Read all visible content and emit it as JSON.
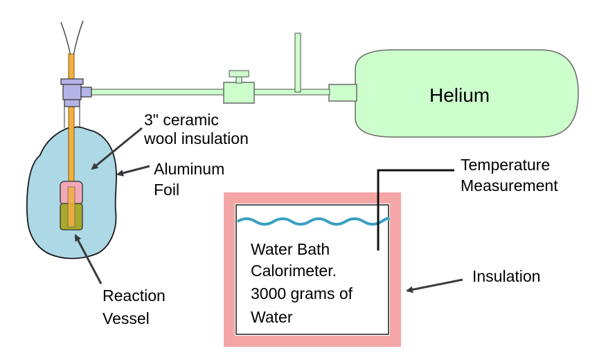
{
  "labels": {
    "helium": "Helium",
    "ceramic_line1": "3\" ceramic",
    "ceramic_line2": "wool insulation",
    "foil_line1": "Aluminum",
    "foil_line2": "Foil",
    "temp_line1": "Temperature",
    "temp_line2": "Measurement",
    "bath_line1": "Water Bath",
    "bath_line2": "Calorimeter.",
    "bath_line3": "3000 grams of",
    "bath_line4": "Water",
    "insulation": "Insulation",
    "vessel_line1": "Reaction",
    "vessel_line2": "Vessel"
  },
  "colors": {
    "helium_tank": "#ccffcc",
    "pipe": "#ccffcc",
    "foil_blob": "#add8e6",
    "insulation_frame": "#f4a6a6",
    "water_wave": "#3a9fc0",
    "vessel_upper": "#f3a8b8",
    "vessel_lower": "#a8a82c",
    "fitting": "#b4b4e8",
    "tube": "#f0b040"
  }
}
